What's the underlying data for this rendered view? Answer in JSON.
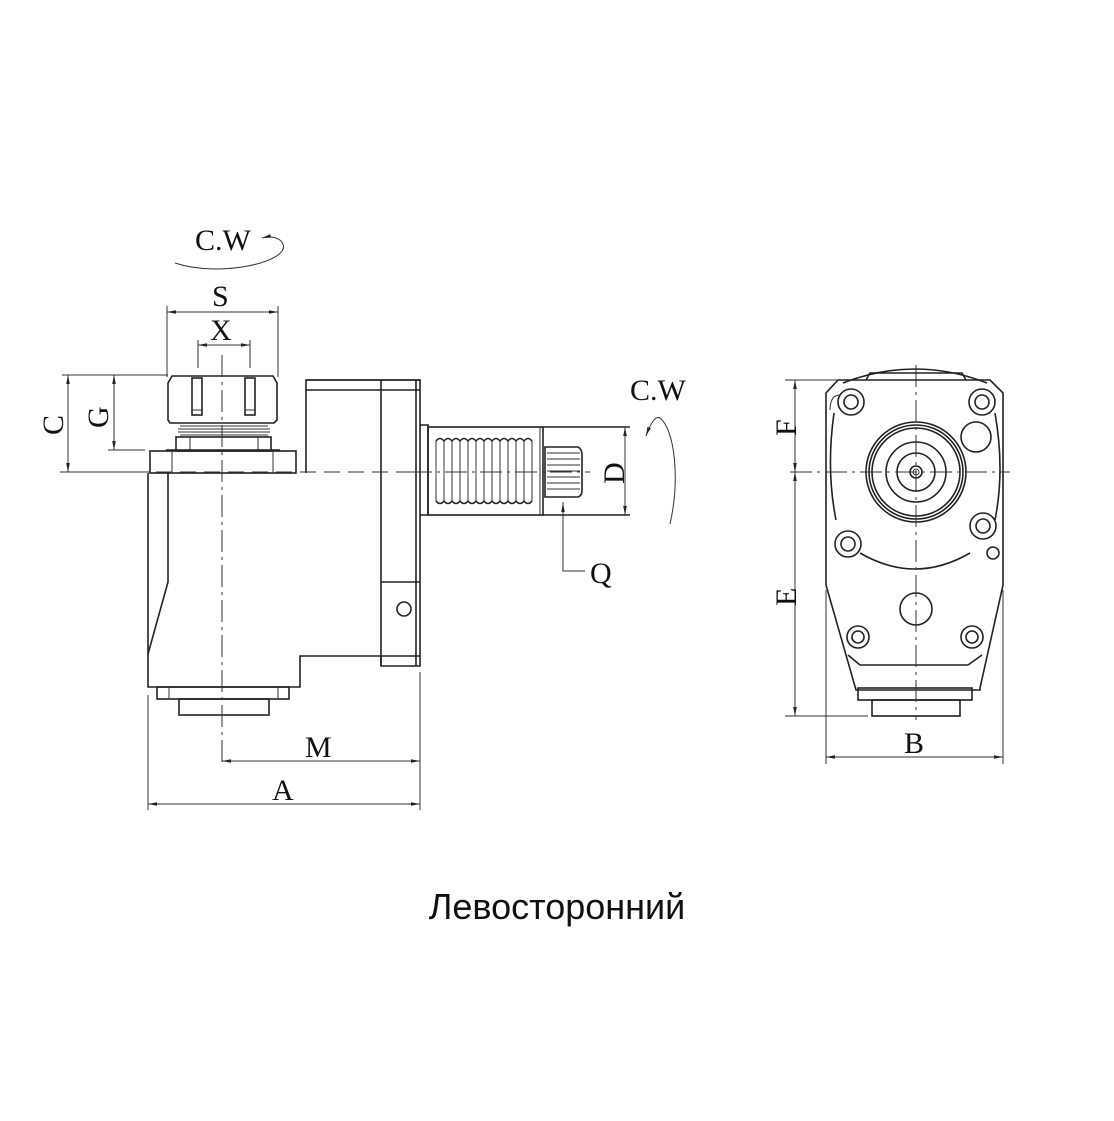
{
  "drawing": {
    "caption": "Левосторонний",
    "side_view": {
      "rotation_top": "C.W",
      "dim_labels": {
        "S": "S",
        "X": "X",
        "C": "C",
        "G": "G",
        "M": "M",
        "A": "A"
      }
    },
    "shaft": {
      "rotation": "C.W",
      "dim_labels": {
        "D": "D",
        "Q": "Q"
      }
    },
    "front_view": {
      "dim_labels": {
        "F": "F",
        "E": "E",
        "B": "B"
      }
    },
    "colors": {
      "line": "#222222",
      "background": "#ffffff"
    }
  }
}
